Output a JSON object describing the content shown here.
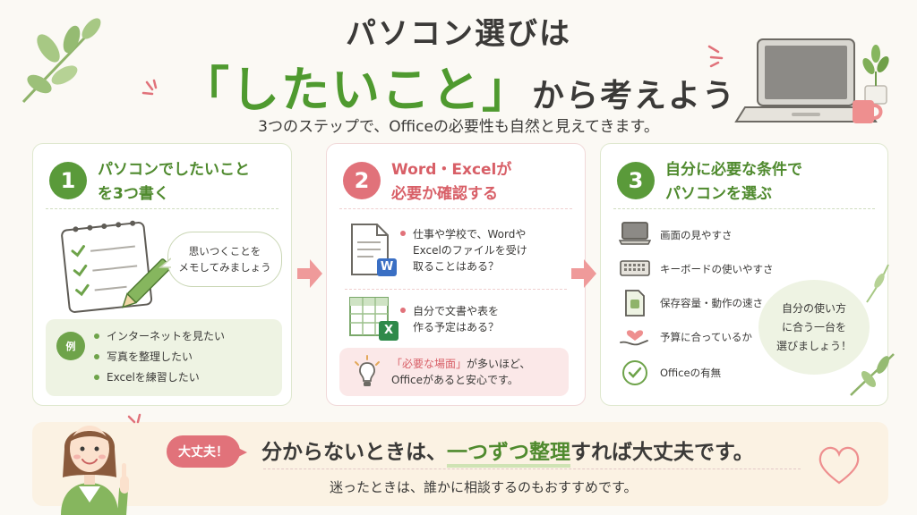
{
  "header": {
    "title_line1": "パソコン選びは",
    "title_highlight": "「したいこと」",
    "title_rest": "から考えよう",
    "subtitle": "3つのステップで、Officeの必要性も自然と見えてきます。"
  },
  "step1": {
    "number": "1",
    "title_line1": "パソコンでしたいこと",
    "title_line2": "を3つ書く",
    "bubble_line1": "思いつくことを",
    "bubble_line2": "メモしてみましょう",
    "example_tag": "例",
    "examples": [
      "インターネットを見たい",
      "写真を整理したい",
      "Excelを練習したい"
    ]
  },
  "step2": {
    "number": "2",
    "title_line1": "Word・Excelが",
    "title_line2": "必要か確認する",
    "q1": [
      "仕事や学校で、Wordや",
      "Excelのファイルを受け",
      "取ることはある？"
    ],
    "q2": [
      "自分で文書や表を",
      "作る予定はある？"
    ],
    "word_letter": "W",
    "excel_letter": "X",
    "note_highlight": "「必要な場面」",
    "note_rest1": "が多いほど、",
    "note_line2": "Officeがあると安心です。"
  },
  "step3": {
    "number": "3",
    "title_line1": "自分に必要な条件で",
    "title_line2": "パソコンを選ぶ",
    "conditions": [
      "画面の見やすさ",
      "キーボードの使いやすさ",
      "保存容量・動作の速さ",
      "予算に合っているか",
      "Officeの有無"
    ],
    "circle_line1": "自分の使い方",
    "circle_line2": "に合う一台を",
    "circle_line3": "選びましょう！"
  },
  "banner": {
    "badge": "大丈夫！",
    "msg_pre": "分からないときは、",
    "msg_em": "一つずつ整理",
    "msg_post": "すれば大丈夫です。",
    "sub": "迷ったときは、誰かに相談するのもおすすめです。"
  },
  "colors": {
    "green": "#5a9a3a",
    "pink": "#e1727a",
    "cream": "#fbf2e3"
  }
}
